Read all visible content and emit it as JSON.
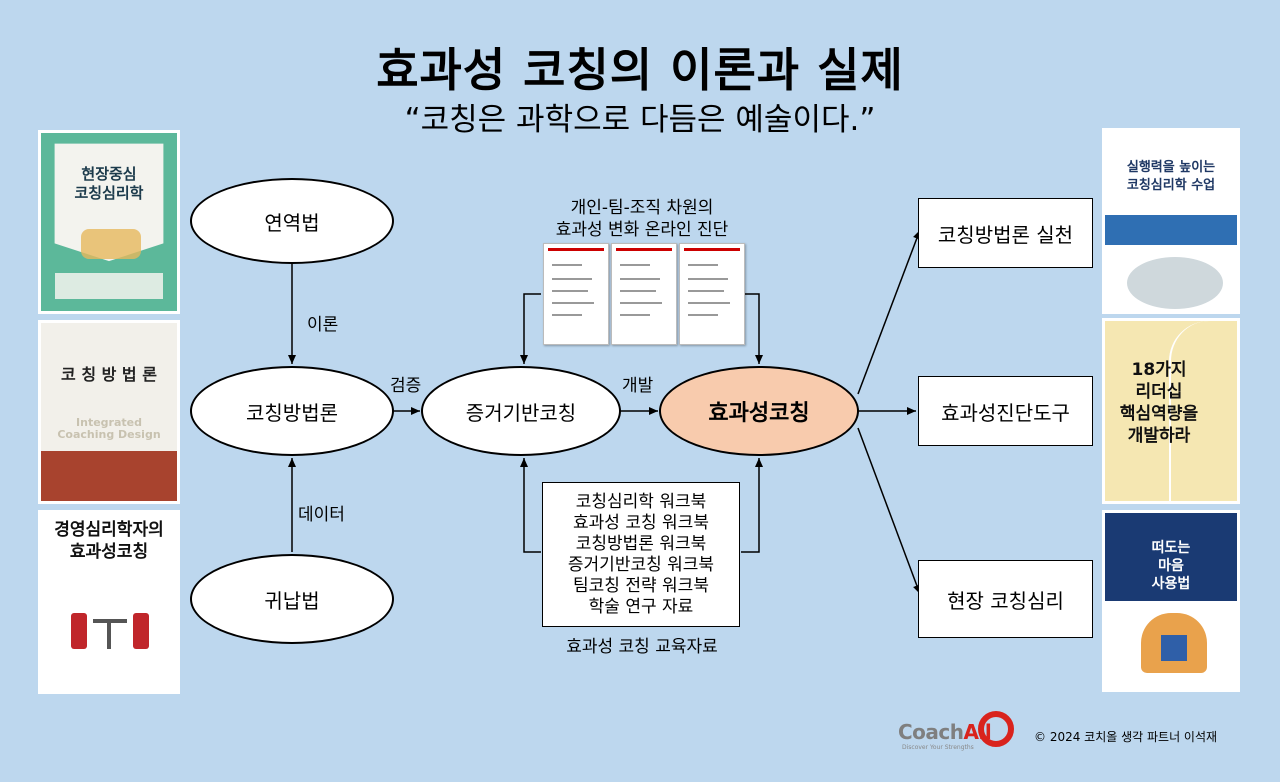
{
  "title": "효과성 코칭의 이론과 실제",
  "subtitle": "“코칭은 과학으로 다듬은 예술이다.”",
  "nodes": {
    "deduction": "연역법",
    "coaching_methodology": "코칭방법론",
    "induction": "귀납법",
    "evidence_based": "증거기반코칭",
    "effectiveness_coaching": "효과성코칭",
    "practice": "코칭방법론 실천",
    "diagnostic_tool": "효과성진단도구",
    "field_psychology": "현장 코칭심리"
  },
  "edge_labels": {
    "theory": "이론",
    "data": "데이터",
    "verification": "검증",
    "development": "개발"
  },
  "diagnosis_caption": [
    "개인-팀-조직 차원의",
    "효과성 변화 온라인 진단"
  ],
  "workbooks": [
    "코칭심리학 워크북",
    "효과성 코칭 워크북",
    "코칭방법론 워크북",
    "증거기반코칭 워크북",
    "팀코칭 전략 워크북",
    "학술 연구 자료"
  ],
  "workbook_caption": "효과성 코칭 교육자료",
  "books_left": [
    {
      "title": "현장중심\n코칭심리학"
    },
    {
      "title": "코 칭 방 법 론",
      "sub": "Integrated\nCoaching Design"
    },
    {
      "title": "경영심리학자의\n효과성코칭"
    }
  ],
  "books_right": [
    {
      "title": "실행력을 높이는\n코칭심리학 수업"
    },
    {
      "title": "18가지\n리더십\n핵심역량을\n개발하라"
    },
    {
      "title": "떠도는\n마음\n사용법"
    }
  ],
  "logo": {
    "coach": "Coach",
    "all": "All",
    "tagline": "Discover Your Strengths"
  },
  "footer": "© 2024 코치올 생각 파트너 이석재",
  "colors": {
    "background": "#bdd7ee",
    "accent": "#f8cbad",
    "brand_red": "#d9231d"
  }
}
